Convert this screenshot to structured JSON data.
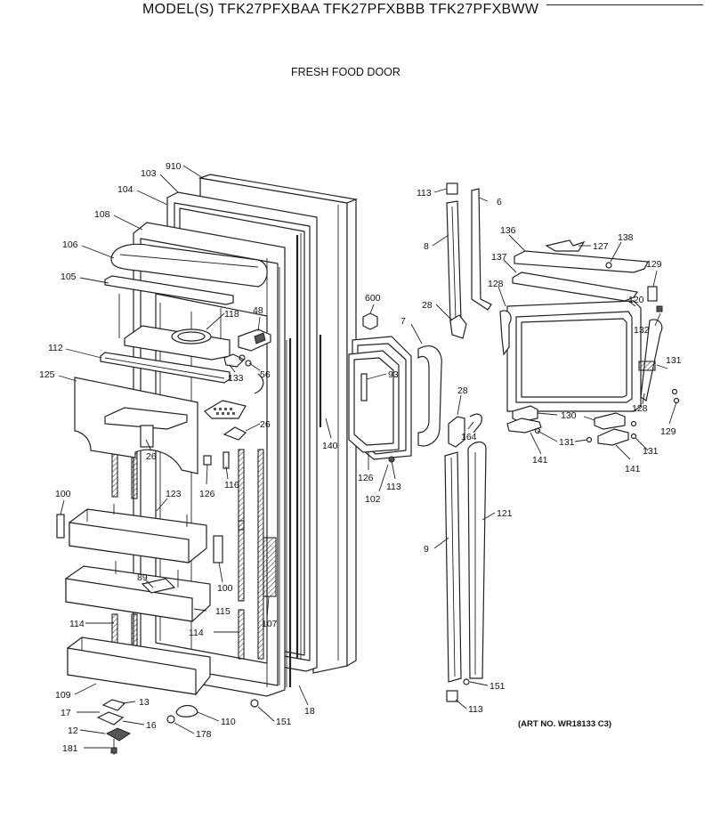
{
  "header": {
    "model_line": "MODEL(S) TFK27PFXBAA  TFK27PFXBBB  TFK27PFXBWW",
    "section_title": "FRESH FOOD DOOR"
  },
  "footer": {
    "art_no": "(ART NO. WR18133 C3)"
  },
  "part_labels": [
    "910",
    "103",
    "104",
    "108",
    "106",
    "105",
    "118",
    "48",
    "112",
    "133",
    "56",
    "125",
    "26",
    "26",
    "126",
    "116",
    "100",
    "123",
    "100",
    "89",
    "115",
    "114",
    "114",
    "107",
    "109",
    "13",
    "17",
    "16",
    "12",
    "110",
    "178",
    "181",
    "151",
    "18",
    "140",
    "600",
    "93",
    "7",
    "126",
    "113",
    "102",
    "113",
    "8",
    "28",
    "6",
    "28",
    "164",
    "9",
    "121",
    "151",
    "113",
    "136",
    "127",
    "138",
    "137",
    "128",
    "129",
    "120",
    "132",
    "131",
    "128",
    "130",
    "131",
    "141",
    "131",
    "141",
    "129"
  ]
}
